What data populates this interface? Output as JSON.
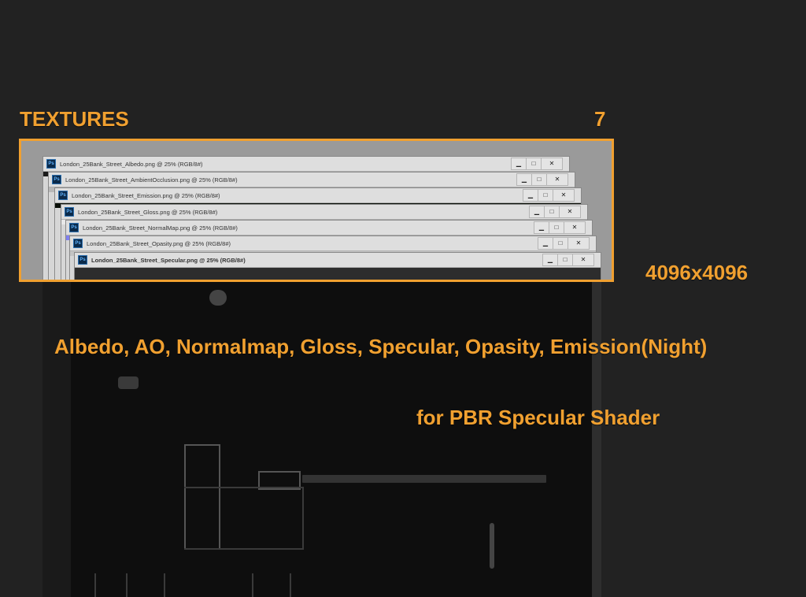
{
  "header": {
    "title": "TEXTURES",
    "count": "7"
  },
  "windows": [
    {
      "title": "London_25Bank_Street_Albedo.png @ 25% (RGB/8#)",
      "strip_color": "#1a1a1a"
    },
    {
      "title": "London_25Bank_Street_AmbientOcclusion.png @ 25% (RGB/8#)",
      "strip_color": "#b8b8b8"
    },
    {
      "title": "London_25Bank_Street_Emission.png @ 25% (RGB/8#)",
      "strip_color": "#0a0f08"
    },
    {
      "title": "London_25Bank_Street_Gloss.png @ 25% (RGB/8#)",
      "strip_color": "#e8e8e8"
    },
    {
      "title": "London_25Bank_Street_NormalMap.png @ 25% (RGB/8#)",
      "strip_color": "#8080f0"
    },
    {
      "title": "London_25Bank_Street_Opasity.png @ 25% (RGB/8#)",
      "strip_color": "#c4c4c4"
    },
    {
      "title": "London_25Bank_Street_Specular.png @ 25% (RGB/8#)",
      "strip_color": "#2a2a2a"
    }
  ],
  "window_controls": {
    "minimize": "▁",
    "maximize": "□",
    "close": "✕"
  },
  "info": {
    "resolution": "4096x4096",
    "maps": "Albedo, AO, Normalmap, Gloss, Specular, Opasity, Emission(Night)",
    "shader": "for PBR Specular Shader"
  },
  "colors": {
    "accent": "#f0a030",
    "background": "#222222"
  }
}
